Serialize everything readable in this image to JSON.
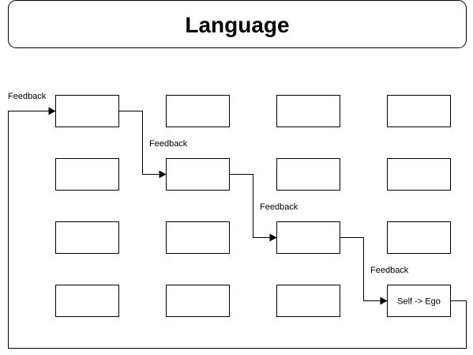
{
  "title": "Language",
  "feedback_labels": [
    "Feedback",
    "Feedback",
    "Feedback",
    "Feedback"
  ],
  "nodes": [
    [
      "",
      "",
      "",
      ""
    ],
    [
      "",
      "",
      "",
      ""
    ],
    [
      "",
      "",
      "",
      ""
    ],
    [
      "",
      "",
      "",
      "Self -> Ego"
    ]
  ],
  "colors": {
    "stroke": "#000000",
    "fill": "#ffffff",
    "text": "#000000"
  }
}
